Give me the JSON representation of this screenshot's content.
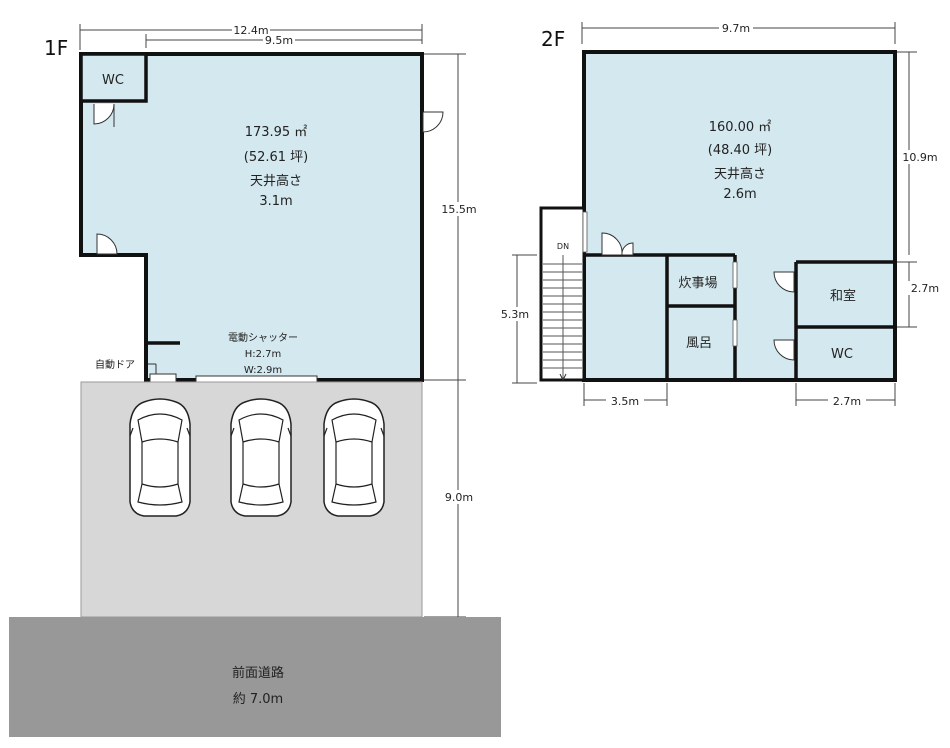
{
  "floor1": {
    "title": "1F",
    "dims": {
      "top_total": "12.4m",
      "top_inner": "9.5m",
      "right_building": "15.5m",
      "right_parking": "9.0m"
    },
    "wc": "WC",
    "area": {
      "sqm": "173.95 ㎡",
      "tsubo": "(52.61 坪)",
      "ceiling_label": "天井高さ",
      "ceiling_value": "3.1m"
    },
    "shutter": {
      "title": "電動シャッター",
      "height": "H:2.7m",
      "width": "W:2.9m"
    },
    "auto_door": "自動ドア"
  },
  "road": {
    "name": "前面道路",
    "width": "約 7.0m"
  },
  "floor2": {
    "title": "2F",
    "dims": {
      "top": "9.7m",
      "right_total": "10.9m",
      "right_washitsu": "2.7m",
      "left_stair": "5.3m",
      "bottom_left": "3.5m",
      "bottom_right": "2.7m"
    },
    "area": {
      "sqm": "160.00 ㎡",
      "tsubo": "(48.40 坪)",
      "ceiling_label": "天井高さ",
      "ceiling_value": "2.6m"
    },
    "rooms": {
      "kitchen": "炊事場",
      "bath": "風呂",
      "washitsu": "和室",
      "wc": "WC"
    },
    "stair_label": "DN"
  },
  "colors": {
    "room_fill": "#d4e8ef",
    "wall": "#111111",
    "parking": "#d7d7d7",
    "road": "#989898"
  }
}
